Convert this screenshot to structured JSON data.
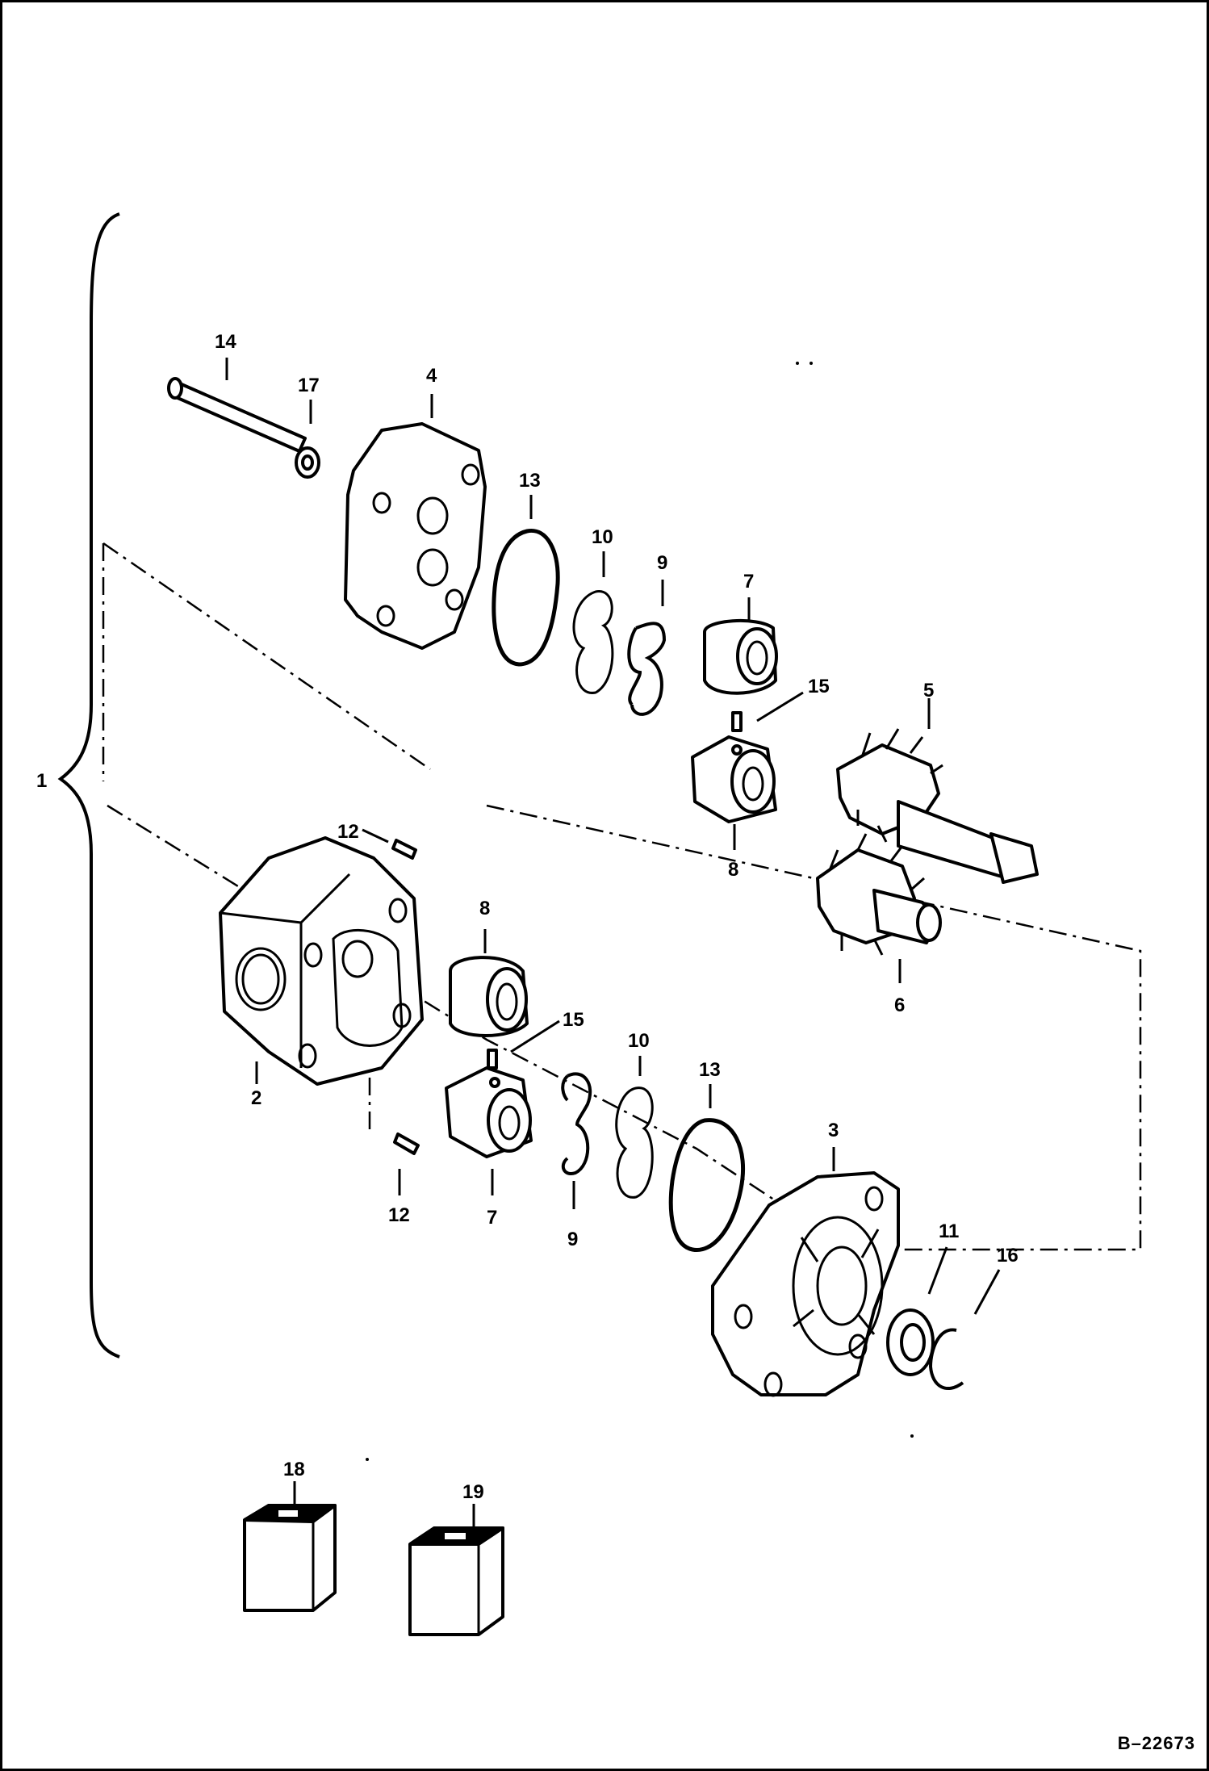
{
  "labels": {
    "l1": "1",
    "l2": "2",
    "l3": "3",
    "l4": "4",
    "l5": "5",
    "l6": "6",
    "l7a": "7",
    "l7b": "7",
    "l8a": "8",
    "l8b": "8",
    "l9a": "9",
    "l9b": "9",
    "l10a": "10",
    "l10b": "10",
    "l11": "11",
    "l12a": "12",
    "l12b": "12",
    "l13a": "13",
    "l13b": "13",
    "l14": "14",
    "l15a": "15",
    "l15b": "15",
    "l16": "16",
    "l17": "17",
    "l18": "18",
    "l19": "19"
  },
  "drawing_number": "B–22673"
}
